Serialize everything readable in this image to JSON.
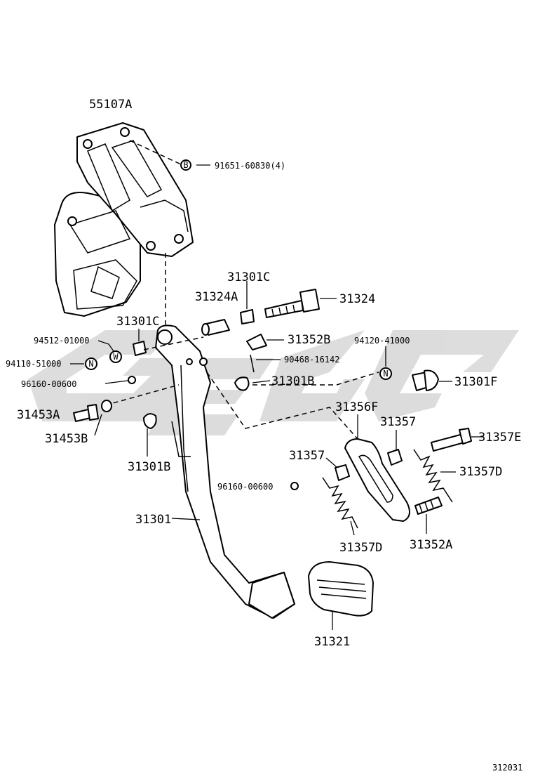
{
  "diagram": {
    "figure_code": "312031",
    "watermark_text": "GEGO",
    "labels": {
      "p55107A": "55107A",
      "p91651": "91651-60830(4)",
      "p31301C_top": "31301C",
      "p31324A": "31324A",
      "p31324": "31324",
      "p31301C_left": "31301C",
      "p31352B": "31352B",
      "p94512": "94512-01000",
      "p94110": "94110-51000",
      "p90468": "90468-16142",
      "p94120": "94120-41000",
      "p96160_top": "96160-00600",
      "p31301B_right": "31301B",
      "p31301F": "31301F",
      "p31453A": "31453A",
      "p31356F": "31356F",
      "p31357_right": "31357",
      "p31453B": "31453B",
      "p31357E": "31357E",
      "p31301B_bottom": "31301B",
      "p31357_left": "31357",
      "p31357D_right": "31357D",
      "p96160_mid": "96160-00600",
      "p31301": "31301",
      "p31357D_bottom": "31357D",
      "p31352A": "31352A",
      "p31321": "31321"
    },
    "markers": {
      "bolt_B": "B",
      "nut_N_left": "N",
      "nut_N_right": "N",
      "washer_W": "W"
    }
  }
}
